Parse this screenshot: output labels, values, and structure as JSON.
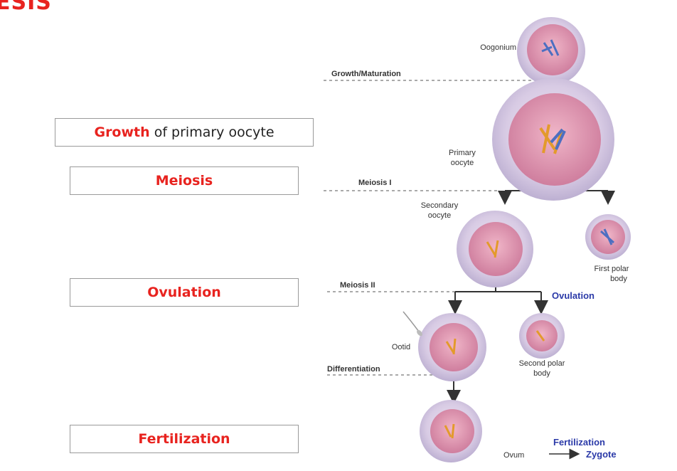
{
  "title_fragment": "ESIS",
  "boxes": {
    "growth": {
      "emphasis": "Growth",
      "rest": " of primary oocyte"
    },
    "meiosis": "Meiosis",
    "ovulation": "Ovulation",
    "fertilization": "Fertilization"
  },
  "diagram": {
    "oogonium": "Oogonium",
    "growth_maturation": "Growth/Maturation",
    "primary_line1": "Primary",
    "primary_line2": "oocyte",
    "meiosis1": "Meiosis I",
    "secondary_line1": "Secondary",
    "secondary_line2": "oocyte",
    "first_polar_line1": "First polar",
    "first_polar_line2": "body",
    "meiosis2": "Meiosis II",
    "ovulation": "Ovulation",
    "ootid": "Ootid",
    "second_polar_line1": "Second polar",
    "second_polar_line2": "body",
    "differentiation": "Differentiation",
    "fertilization": "Fertilization",
    "ovum": "Ovum",
    "zygote": "Zygote"
  },
  "colors": {
    "accent_red": "#e8231f",
    "blue_label": "#2b3aa8",
    "cell_outer": "#d9cfe6",
    "cell_nucleus": "#d98aa8"
  }
}
